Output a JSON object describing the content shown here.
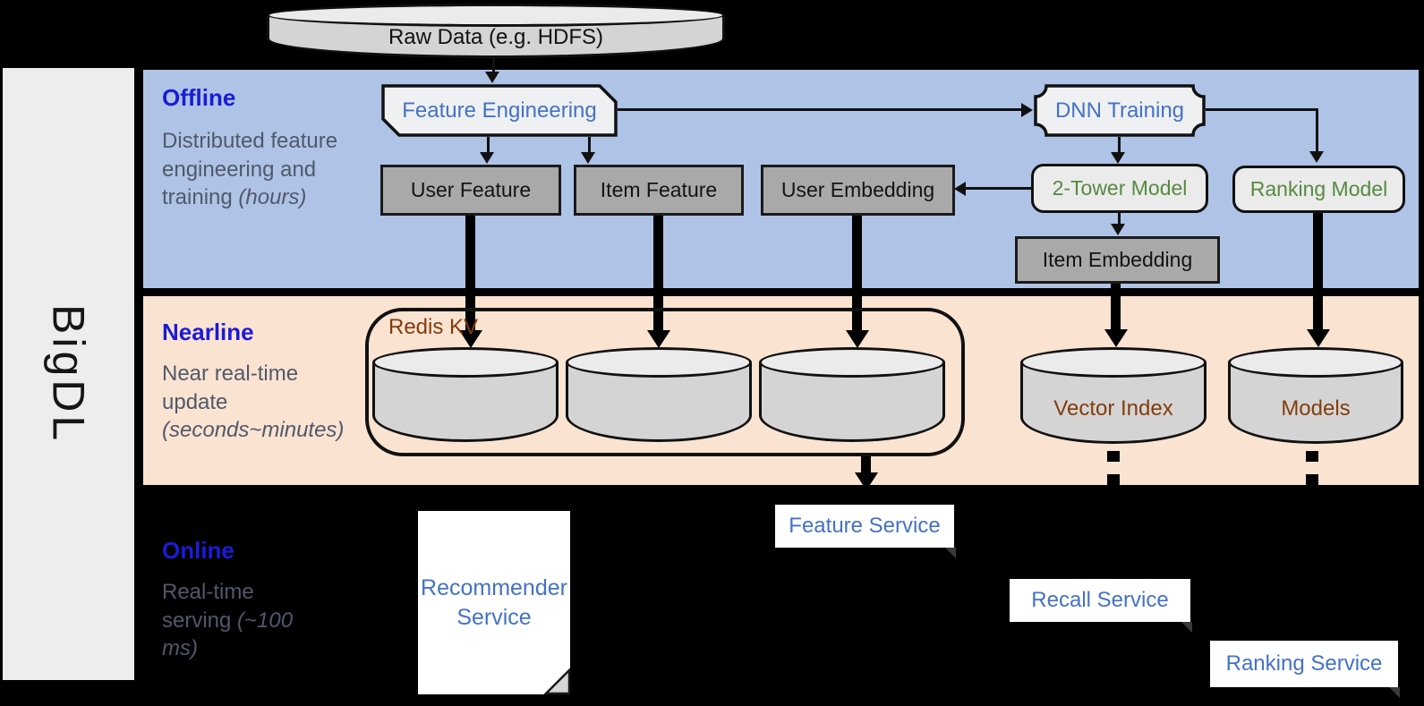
{
  "brand": "BigDL",
  "source_label": "Raw Data (e.g. HDFS)",
  "sections": {
    "offline": {
      "title": "Offline",
      "description": "Distributed feature engineering and training",
      "duration": "(hours)"
    },
    "nearline": {
      "title": "Nearline",
      "description": "Near real-time update",
      "duration": "(seconds~minutes)"
    },
    "online": {
      "title": "Online",
      "description": "Real-time serving",
      "duration": "(~100 ms)"
    }
  },
  "offline_nodes": {
    "feature_engineering": "Feature Engineering",
    "dnn_training": "DNN Training",
    "user_feature": "User Feature",
    "item_feature": "Item Feature",
    "user_embedding": "User Embedding",
    "two_tower_model": "2-Tower Model",
    "ranking_model": "Ranking Model",
    "item_embedding": "Item Embedding"
  },
  "nearline_nodes": {
    "redis_kv": "Redis KV",
    "vector_index": "Vector Index",
    "models": "Models"
  },
  "online_nodes": {
    "recommender_service": "Recommender Service",
    "feature_service": "Feature Service",
    "recall_service": "Recall Service",
    "ranking_service": "Ranking Service"
  },
  "colors": {
    "band_offline": "#aec3e6",
    "band_nearline": "#fbe3d1",
    "background": "#000000",
    "section_title_blue": "#1b1bd6",
    "section_desc_gray": "#50596b",
    "node_text_blue": "#4472c4",
    "node_text_green": "#568a3f",
    "node_text_brown": "#843c0c",
    "gray_box_fill": "#a9a9a9",
    "light_shape_fill": "#eef0f2",
    "cylinder_fill": "#d4d4d4",
    "sidebar_fill": "#ededed"
  }
}
